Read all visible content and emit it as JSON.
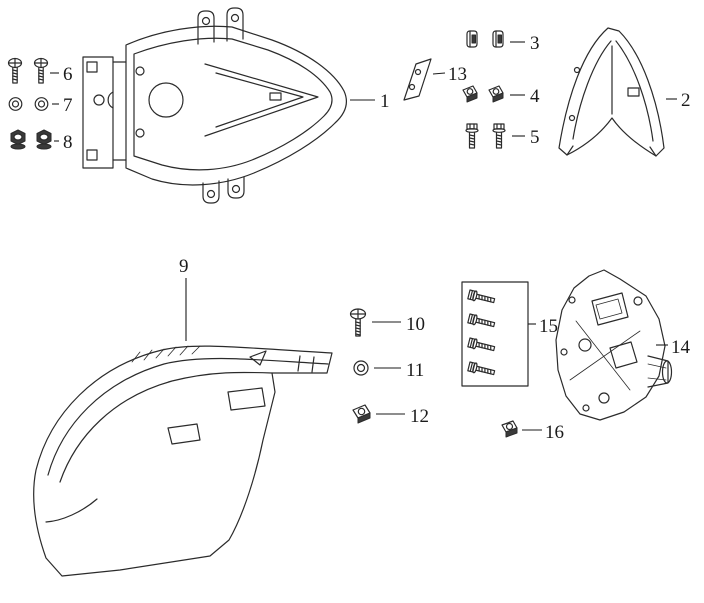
{
  "diagram": {
    "type": "exploded-parts-diagram",
    "background": "#ffffff",
    "line_color": "#2b2b2b",
    "text_color": "#1b1b1b",
    "callouts": [
      {
        "num": "1",
        "part": "rear-fender"
      },
      {
        "num": "2",
        "part": "tail-cowl"
      },
      {
        "num": "3",
        "part": "clips"
      },
      {
        "num": "4",
        "part": "clip-nuts"
      },
      {
        "num": "5",
        "part": "flange-bolts"
      },
      {
        "num": "6",
        "part": "screws"
      },
      {
        "num": "7",
        "part": "washers"
      },
      {
        "num": "8",
        "part": "flange-nuts"
      },
      {
        "num": "9",
        "part": "rear-mudguard"
      },
      {
        "num": "10",
        "part": "screw"
      },
      {
        "num": "11",
        "part": "washer"
      },
      {
        "num": "12",
        "part": "clip-nut"
      },
      {
        "num": "13",
        "part": "plate-bracket"
      },
      {
        "num": "14",
        "part": "tail-light-assembly"
      },
      {
        "num": "15",
        "part": "bolt-set"
      },
      {
        "num": "16",
        "part": "clip-nut"
      }
    ]
  }
}
